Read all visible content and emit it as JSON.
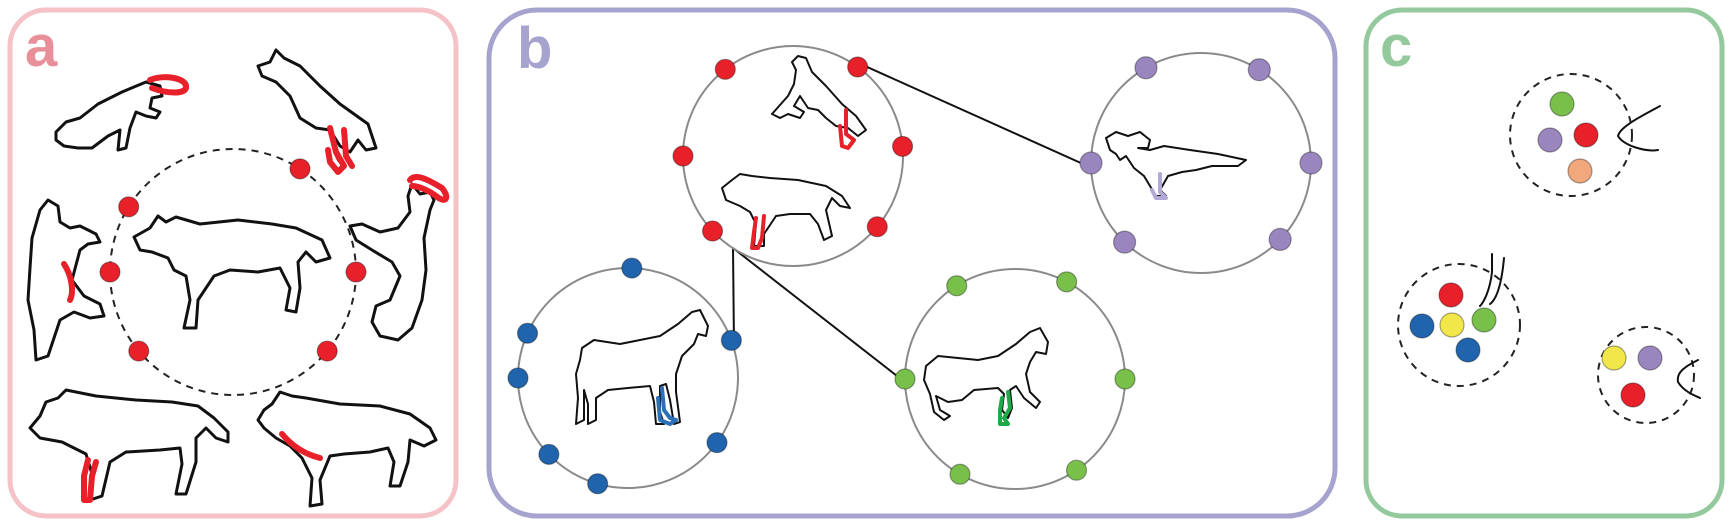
{
  "panels": {
    "a": {
      "label": "a",
      "border_color": "#f4c2c7",
      "label_color": "#e88f99"
    },
    "b": {
      "label": "b",
      "border_color": "#a7a3cf",
      "label_color": "#a7a3cf"
    },
    "c": {
      "label": "c",
      "border_color": "#93c99d",
      "label_color": "#93c99d"
    }
  },
  "colors": {
    "red": "#e8202a",
    "purple": "#9a86bf",
    "blue": "#1f64ad",
    "green": "#78c04a",
    "yellow": "#f1e64a",
    "orange": "#f0a87c",
    "lavender_leg": "#b3a8d6",
    "green_leg": "#21a84a",
    "blue_leg": "#2a6fb8"
  },
  "icons": {
    "panel_a": [
      "wolf-silhouette-center",
      "wolf-silhouette-leaping",
      "wolf-silhouette-jumping",
      "wolf-silhouette-standing-up",
      "wolf-silhouette-sitting",
      "wolf-silhouette-walking-left",
      "wolf-silhouette-walking-right"
    ],
    "panel_b": [
      "wolf-silhouette",
      "horse-silhouette-standing",
      "horse-silhouette-trotting",
      "dinosaur-silhouette"
    ],
    "panel_c": [
      "partial-silhouette-leg"
    ]
  }
}
